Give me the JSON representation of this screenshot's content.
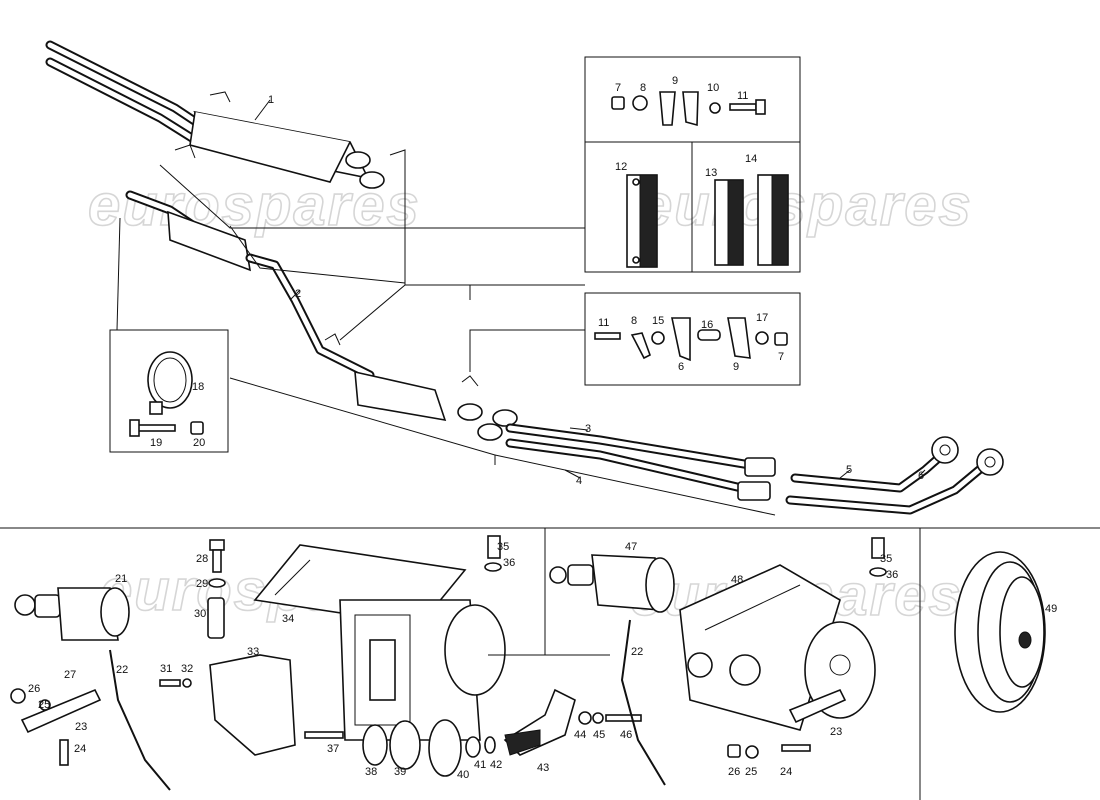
{
  "watermark": "eurospares",
  "colors": {
    "line": "#111111",
    "background": "#ffffff",
    "watermark": "#d6d6d6"
  },
  "callouts": {
    "c1": "1",
    "c2": "2",
    "c3": "3",
    "c4": "4",
    "c5": "5",
    "c6": "6",
    "c7": "7",
    "c8": "8",
    "c9": "9",
    "c10": "10",
    "c11": "11",
    "c12": "12",
    "c13": "13",
    "c14": "14",
    "c15": "15",
    "c16": "16",
    "c17": "17",
    "c18": "18",
    "c19": "19",
    "c20": "20",
    "c21": "21",
    "c22": "22",
    "c23": "23",
    "c24": "24",
    "c25": "25",
    "c26": "26",
    "c27": "27",
    "c28": "28",
    "c29": "29",
    "c30": "30",
    "c31": "31",
    "c32": "32",
    "c33": "33",
    "c34": "34",
    "c35": "35",
    "c36": "36",
    "c37": "37",
    "c38": "38",
    "c39": "39",
    "c40": "40",
    "c41": "41",
    "c42": "42",
    "c43": "43",
    "c44": "44",
    "c45": "45",
    "c46": "46",
    "c47": "47",
    "c48": "48",
    "c49": "49"
  }
}
